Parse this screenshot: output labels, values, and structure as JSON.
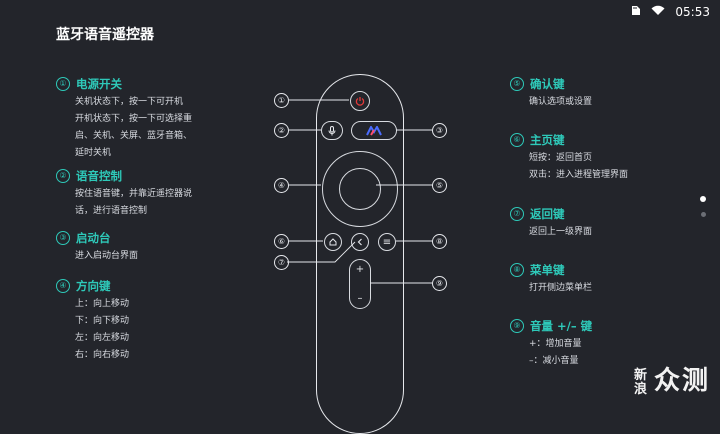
{
  "status": {
    "time": "05:53",
    "icons": [
      "sd-card-icon",
      "wifi-icon"
    ]
  },
  "title": "蓝牙语音遥控器",
  "left_sections": [
    {
      "num": "①",
      "title": "电源开关",
      "lines": [
        "关机状态下，按一下可开机",
        "开机状态下，按一下可选择重",
        "启、关机、关屏、蓝牙音箱、",
        "延时关机"
      ]
    },
    {
      "num": "②",
      "title": "语音控制",
      "lines": [
        "按住语音键，并靠近遥控器说",
        "话，进行语音控制"
      ]
    },
    {
      "num": "③",
      "title": "启动台",
      "lines": [
        "进入启动台界面"
      ]
    },
    {
      "num": "④",
      "title": "方向键",
      "lines": [
        "上：向上移动",
        "下：向下移动",
        "左：向左移动",
        "右：向右移动"
      ]
    }
  ],
  "right_sections": [
    {
      "num": "⑤",
      "title": "确认键",
      "lines": [
        "确认选项或设置"
      ]
    },
    {
      "num": "⑥",
      "title": "主页键",
      "lines": [
        "短按：返回首页",
        "双击：进入进程管理界面"
      ]
    },
    {
      "num": "⑦",
      "title": "返回键",
      "lines": [
        "返回上一级界面"
      ]
    },
    {
      "num": "⑧",
      "title": "菜单键",
      "lines": [
        "打开侧边菜单栏"
      ]
    },
    {
      "num": "⑨",
      "title": "音量 +/– 键",
      "lines": [
        "+：增加音量",
        "–：减小音量"
      ]
    }
  ],
  "remote": {
    "vol_plus": "+",
    "vol_minus": "–",
    "menu_symbol": "≡",
    "callouts": [
      "①",
      "②",
      "③",
      "④",
      "⑤",
      "⑥",
      "⑦",
      "⑧",
      "⑨"
    ]
  },
  "pager": {
    "current": 1,
    "total": 2
  },
  "watermark": {
    "small_line1": "新",
    "small_line2": "浪",
    "big": "众测"
  },
  "colors": {
    "background": "#23252b",
    "accent": "#2ec9b9",
    "power": "#e23b3b",
    "launcher_a": "#ff4d6d",
    "launcher_b": "#4b6cff"
  }
}
